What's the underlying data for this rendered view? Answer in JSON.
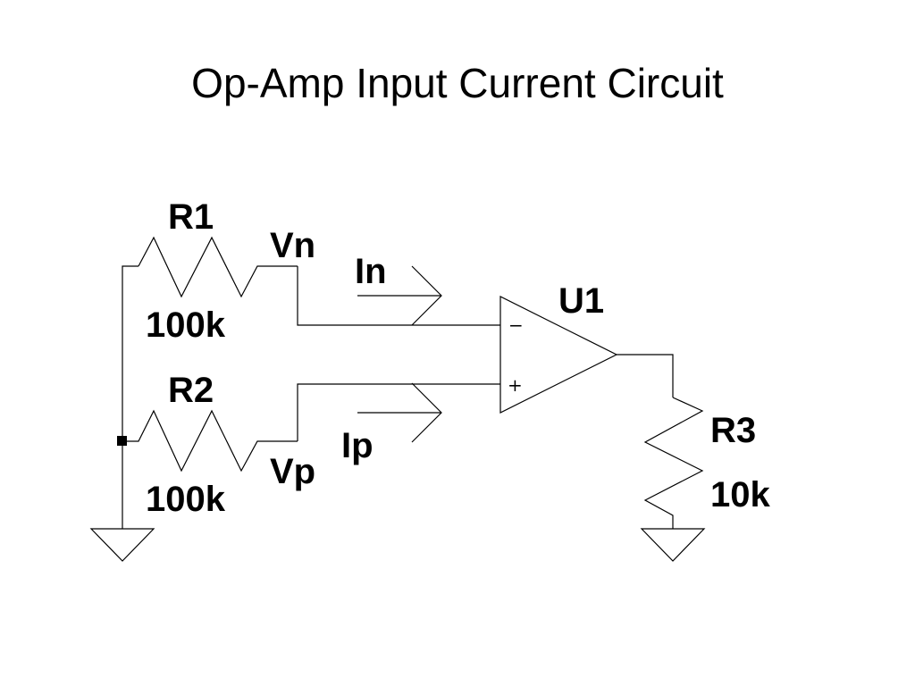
{
  "title": "Op-Amp Input Current Circuit",
  "components": {
    "r1": {
      "name": "R1",
      "value": "100k"
    },
    "r2": {
      "name": "R2",
      "value": "100k"
    },
    "r3": {
      "name": "R3",
      "value": "10k"
    },
    "u1": {
      "name": "U1",
      "inverting_pin": "−",
      "noninverting_pin": "+"
    }
  },
  "nets": {
    "vn": "Vn",
    "vp": "Vp"
  },
  "currents": {
    "in": "In",
    "ip": "Ip"
  }
}
